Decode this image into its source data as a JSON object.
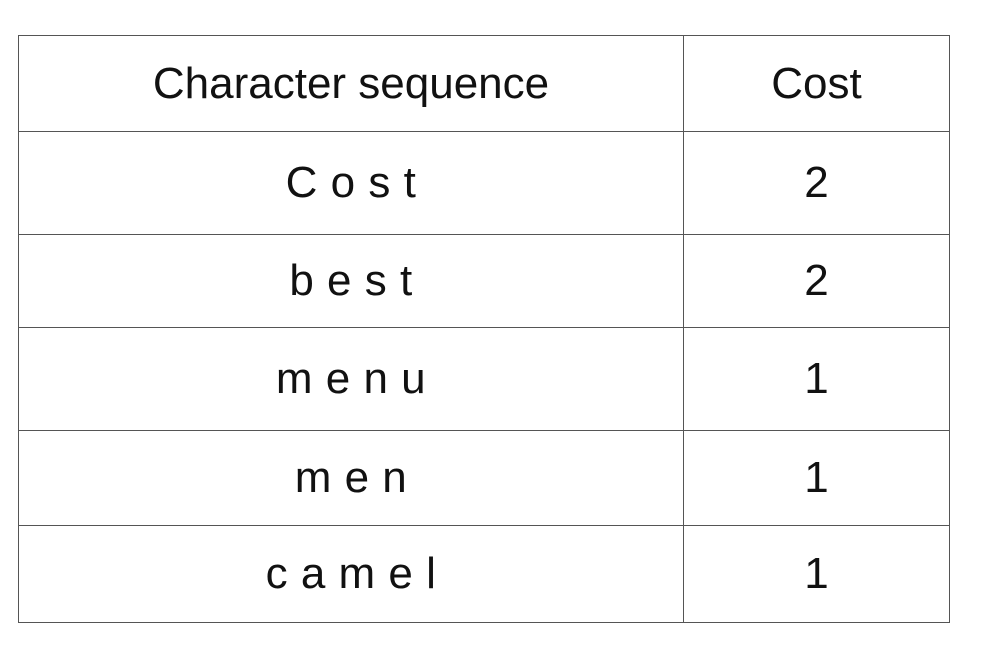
{
  "table": {
    "headers": {
      "sequence": "Character sequence",
      "cost": "Cost"
    },
    "rows": [
      {
        "sequence": "C o s t",
        "cost": "2"
      },
      {
        "sequence": "b e s t",
        "cost": "2"
      },
      {
        "sequence": "m e n u",
        "cost": "1"
      },
      {
        "sequence": "m e n",
        "cost": "1"
      },
      {
        "sequence": "c a m e l",
        "cost": "1"
      }
    ]
  }
}
